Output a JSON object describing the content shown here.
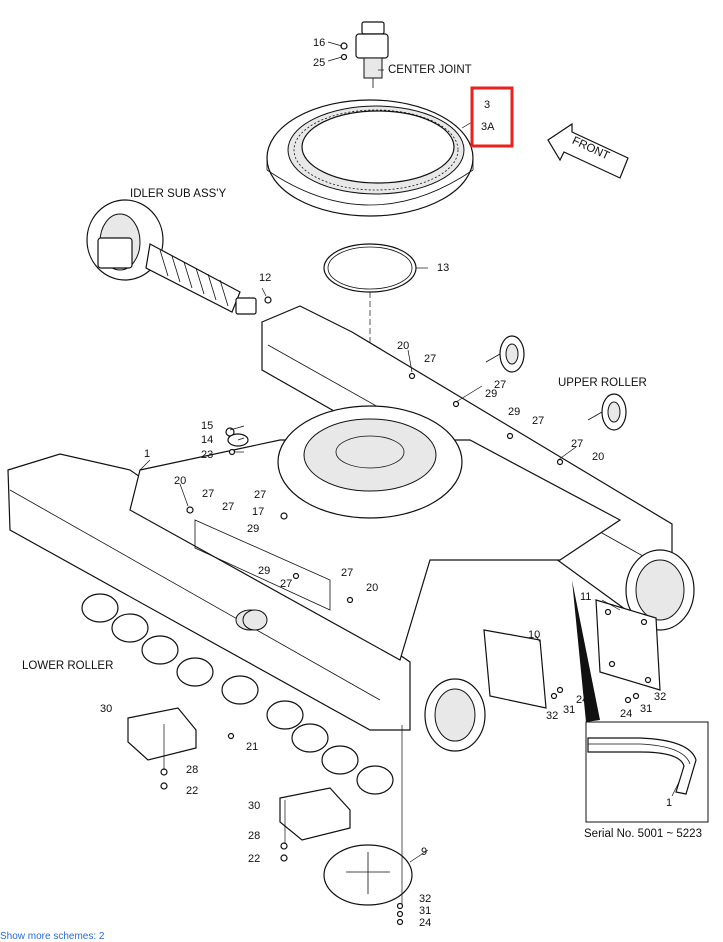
{
  "diagram": {
    "captions": {
      "center_joint": "CENTER JOINT",
      "idler": "IDLER SUB ASS'Y",
      "upper_roller": "UPPER ROLLER",
      "lower_roller": "LOWER ROLLER",
      "front": "FRONT",
      "serial": "Serial No. 5001 ~ 5223"
    },
    "highlight": {
      "lines": [
        "3",
        "3A"
      ],
      "color": "#e8211d"
    },
    "callouts": {
      "c16": "16",
      "c25": "25",
      "c12": "12",
      "c13": "13",
      "c20a": "20",
      "c27a": "27",
      "c27b": "27",
      "c29a": "29",
      "c29b": "29",
      "c27c": "27",
      "c27d": "27",
      "c20b": "20",
      "c15": "15",
      "c14": "14",
      "c23": "23",
      "c1": "1",
      "c20c": "20",
      "c27e": "27",
      "c27f": "27",
      "c29c": "29",
      "c27g": "27",
      "c17": "17",
      "c29d": "29",
      "c27h": "27",
      "c27i": "27",
      "c20d": "20",
      "c10": "10",
      "c11": "11",
      "c30a": "30",
      "c21": "21",
      "c28a": "28",
      "c22a": "22",
      "c30b": "30",
      "c28b": "28",
      "c22b": "22",
      "c9": "9",
      "c32a": "32",
      "c31a": "31",
      "c24a": "24",
      "c24b": "24",
      "c32b": "32",
      "c31b": "31",
      "c32c": "32",
      "c31c": "31",
      "c24c": "24",
      "c1inset": "1"
    }
  },
  "footer": {
    "link_text": "Show more schemes: 2"
  }
}
